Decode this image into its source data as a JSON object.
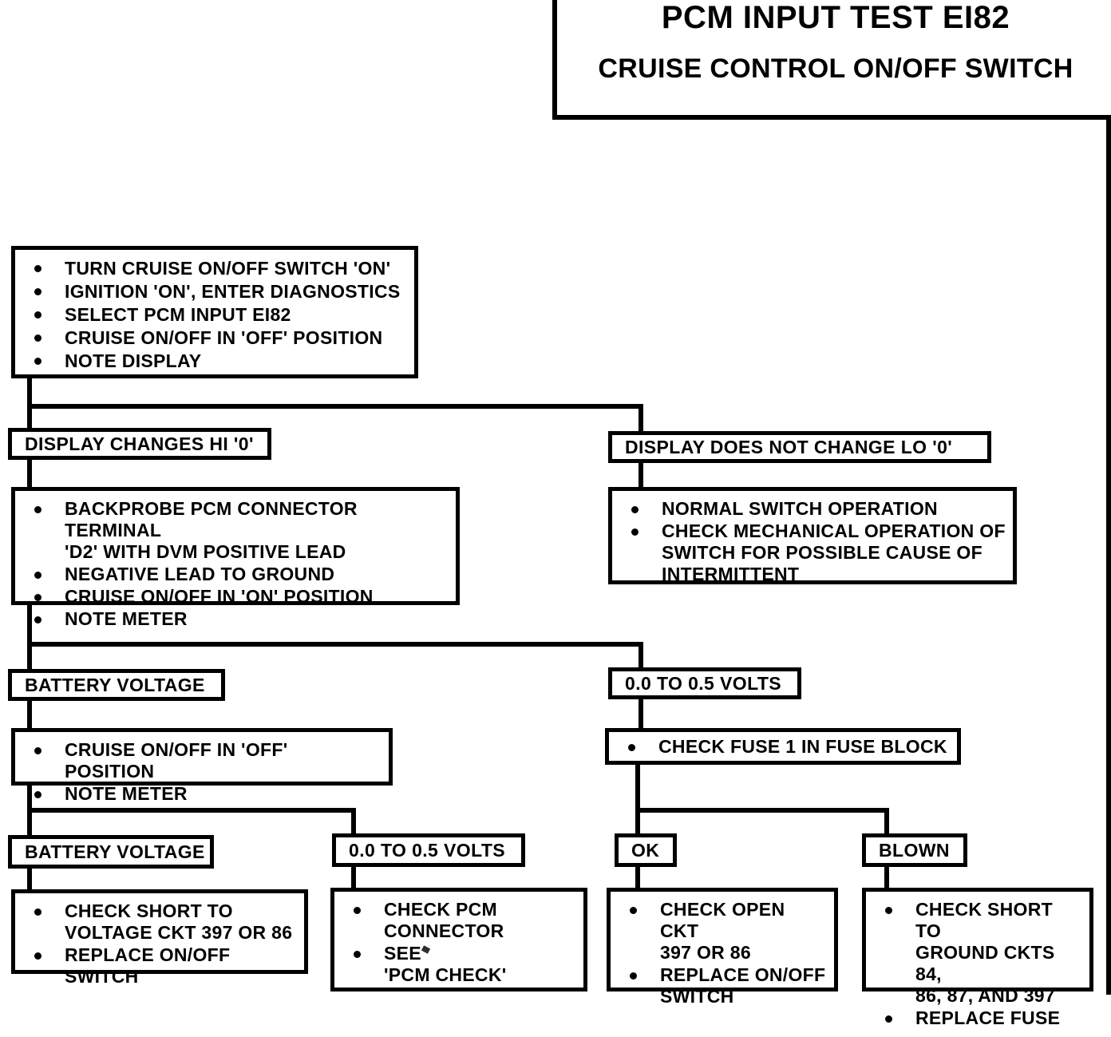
{
  "title": {
    "main": "PCM INPUT TEST EI82",
    "sub": "CRUISE CONTROL ON/OFF SWITCH"
  },
  "chart_data": {
    "type": "diagram",
    "diagram_kind": "diagnostic-flowchart",
    "title": "PCM INPUT TEST EI82 - CRUISE CONTROL ON/OFF SWITCH"
  },
  "nodes": {
    "step1": {
      "kind": "action",
      "bullets": [
        "TURN CRUISE ON/OFF SWITCH 'ON'",
        "IGNITION 'ON', ENTER DIAGNOSTICS",
        "SELECT PCM INPUT EI82",
        "CRUISE ON/OFF IN 'OFF' POSITION",
        "NOTE DISPLAY"
      ]
    },
    "branch_hi": {
      "kind": "result",
      "label": "DISPLAY CHANGES HI '0'"
    },
    "branch_lo": {
      "kind": "result",
      "label": "DISPLAY DOES NOT CHANGE LO '0'"
    },
    "step2_left": {
      "kind": "action",
      "bullets": [
        "BACKPROBE PCM CONNECTOR TERMINAL\n'D2' WITH DVM POSITIVE LEAD",
        "NEGATIVE LEAD TO GROUND",
        "CRUISE ON/OFF IN 'ON' POSITION",
        "NOTE METER"
      ]
    },
    "step2_right": {
      "kind": "action",
      "bullets": [
        "NORMAL SWITCH OPERATION",
        "CHECK MECHANICAL OPERATION OF\nSWITCH FOR POSSIBLE CAUSE OF\nINTERMITTENT"
      ]
    },
    "batt_volt_1": {
      "kind": "result",
      "label": "BATTERY VOLTAGE"
    },
    "volts_low_1": {
      "kind": "result",
      "label": "0.0 TO 0.5 VOLTS"
    },
    "step3_left": {
      "kind": "action",
      "bullets": [
        "CRUISE ON/OFF IN 'OFF' POSITION",
        "NOTE METER"
      ]
    },
    "step3_right": {
      "kind": "action",
      "bullets": [
        "CHECK FUSE 1 IN FUSE BLOCK"
      ]
    },
    "batt_volt_2": {
      "kind": "result",
      "label": "BATTERY VOLTAGE"
    },
    "volts_low_2": {
      "kind": "result",
      "label": "0.0 TO 0.5 VOLTS"
    },
    "fuse_ok": {
      "kind": "result",
      "label": "OK"
    },
    "fuse_blown": {
      "kind": "result",
      "label": "BLOWN"
    },
    "final_1": {
      "kind": "action",
      "bullets": [
        "CHECK SHORT TO\nVOLTAGE CKT 397 OR 86",
        "REPLACE ON/OFF SWITCH"
      ]
    },
    "final_2": {
      "kind": "action",
      "bullets": [
        "CHECK PCM\nCONNECTOR",
        "SEE\n'PCM CHECK'"
      ]
    },
    "final_3": {
      "kind": "action",
      "bullets": [
        "CHECK OPEN CKT\n397 OR 86",
        "REPLACE ON/OFF\nSWITCH"
      ]
    },
    "final_4": {
      "kind": "action",
      "bullets": [
        "CHECK SHORT TO\nGROUND CKTS 84,\n86, 87, AND 397",
        "REPLACE FUSE"
      ]
    }
  },
  "colors": {
    "ink": "#000000",
    "paper": "#ffffff"
  }
}
